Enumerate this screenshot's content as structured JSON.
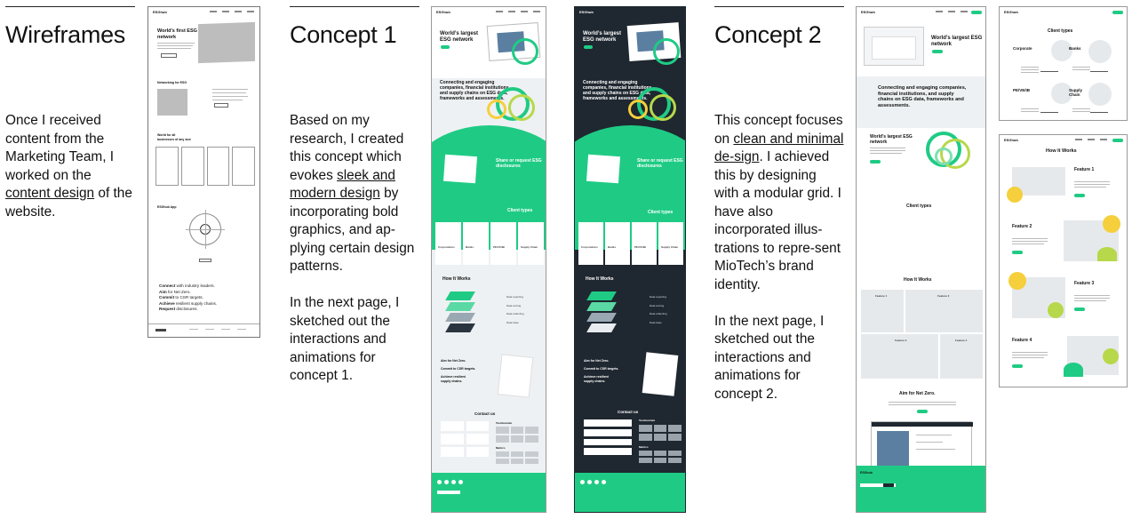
{
  "sections": {
    "wireframes": {
      "title": "Wireframes",
      "p1_a": "Once I received content from the Marketing Team, I worked on the ",
      "p1_u": "content design",
      "p1_b": " of the website."
    },
    "concept1": {
      "title": "Concept 1",
      "p1_a": "Based on  my research, I created this concept which evokes ",
      "p1_u": "sleek and modern design",
      "p1_b": " by incorporating bold graphics, and ap-plying certain design patterns.",
      "p2": "In the next page, I sketched out the interactions and animations for concept 1."
    },
    "concept2": {
      "title": "Concept 2",
      "p1_a": "This concept focuses on ",
      "p1_u": "clean and minimal de-sign",
      "p1_b": ". I achieved this by designing with a modular grid. I have also incorporated illus-trations to repre-sent MioTech’s brand identity.",
      "p2": "In the next page, I sketched out the interactions and animations for concept 2."
    }
  },
  "wireframe": {
    "logo": "ESGhub",
    "hero_title": "World’s first ESG network",
    "networking": "Networking for ESG",
    "world_for_all": "World for all businesses of any size",
    "app": "ESGhub App",
    "cta_lines": [
      {
        "bold": "Connect",
        "rest": " with industry leaders."
      },
      {
        "bold": "Aim",
        "rest": " for Net Zero."
      },
      {
        "bold": "Commit",
        "rest": " to CSR targets."
      },
      {
        "bold": "Achieve",
        "rest": " resilient supply chains."
      },
      {
        "bold": "Request",
        "rest": " disclosures."
      }
    ]
  },
  "concept1_mock": {
    "logo": "ESGhub",
    "hero_title": "World’s largest ESG network",
    "mission": "Connecting and engaging companies, financial institutions, and supply chains on ESG data, frameworks and assessments.",
    "share": "Share or request ESG disclosures",
    "client_types": "Client types",
    "clients": [
      "Corporations",
      "Banks",
      "PE/VC/IB",
      "Supply Chain"
    ],
    "how": "How It Works",
    "steps": [
      "Data reporting",
      "Data sorting",
      "Data collecting",
      "Data base"
    ],
    "aim": "Aim for Net Zero.",
    "commit": "Commit to CSR targets.",
    "achieve": "Achieve resilient supply chains.",
    "contact": "Contact us",
    "testimonials": "Testimonials",
    "metrics": "Metrics"
  },
  "concept2_mock": {
    "logo": "ESGhub",
    "mission": "Connecting and engaging companies, financial institutions, and supply chains on ESG data, frameworks and assessments.",
    "hero_title": "World’s largest ESG network",
    "client_types": "Client types",
    "how": "How It Works",
    "features": [
      "Feature 1",
      "Feature 2",
      "Feature 3",
      "Feature 4"
    ],
    "aim": "Aim for Net Zero.",
    "clients": [
      "Corporate",
      "Banks",
      "PE/VE/IB",
      "Supply Chain"
    ]
  },
  "colors": {
    "accent": "#1fcb84",
    "dark": "#1f2730",
    "yellow": "#f5cf3c",
    "lime": "#b7d84a"
  }
}
